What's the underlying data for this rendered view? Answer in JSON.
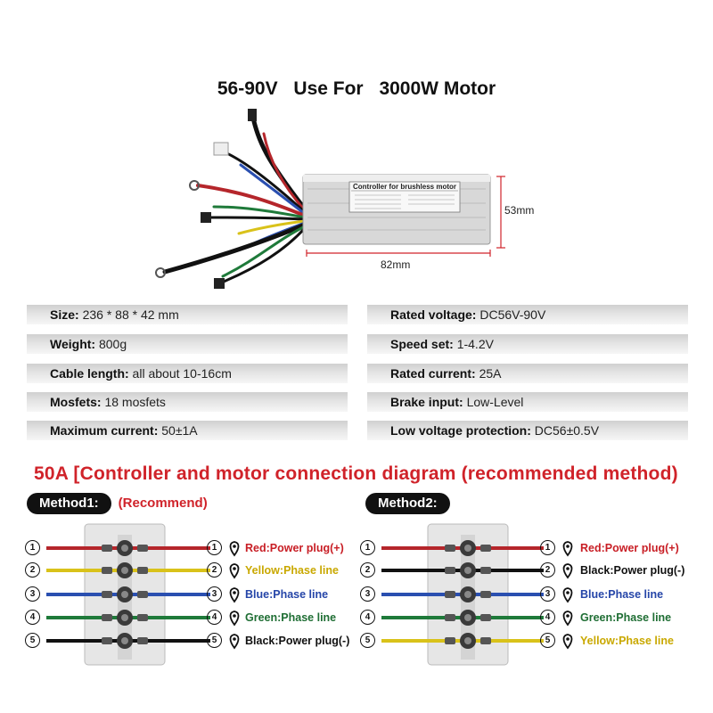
{
  "header": {
    "voltage": "56-90V",
    "use_for": "Use For",
    "motor": "3000W  Motor"
  },
  "product": {
    "label_title": "Controller for brushless motor",
    "dim_height": "53mm",
    "dim_width": "82mm"
  },
  "specs": {
    "left": [
      {
        "label": "Size:",
        "value": " 236 * 88 * 42 mm"
      },
      {
        "label": "Weight:",
        "value": " 800g"
      },
      {
        "label": "Cable length:",
        "value": " all about 10-16cm"
      },
      {
        "label": "Mosfets:",
        "value": " 18 mosfets"
      },
      {
        "label": "Maximum current:",
        "value": " 50±1A"
      }
    ],
    "right": [
      {
        "label": "Rated voltage:",
        "value": " DC56V-90V"
      },
      {
        "label": "Speed set:",
        "value": " 1-4.2V"
      },
      {
        "label": "Rated current:",
        "value": " 25A"
      },
      {
        "label": "Brake input:",
        "value": " Low-Level"
      },
      {
        "label": "Low voltage protection:",
        "value": " DC56±0.5V"
      }
    ]
  },
  "diagram": {
    "title": "50A [Controller and motor connection diagram (recommended method)",
    "method1": {
      "name": "Method1:",
      "note": "(Recommend)",
      "wires": [
        {
          "left_num": "1",
          "right_num": "1",
          "color": "#b5262b",
          "label": "Red:Power plug(+)",
          "label_color": "#c81e25"
        },
        {
          "left_num": "2",
          "right_num": "2",
          "color": "#d9c21a",
          "label": "Yellow:Phase line",
          "label_color": "#c9a800"
        },
        {
          "left_num": "3",
          "right_num": "3",
          "color": "#2a4fb0",
          "label": "Blue:Phase line",
          "label_color": "#2545a8"
        },
        {
          "left_num": "4",
          "right_num": "4",
          "color": "#1f7a3a",
          "label": "Green:Phase line",
          "label_color": "#1f6e34"
        },
        {
          "left_num": "5",
          "right_num": "5",
          "color": "#111111",
          "label": "Black:Power plug(-)",
          "label_color": "#111111"
        }
      ]
    },
    "method2": {
      "name": "Method2:",
      "wires": [
        {
          "left_num": "1",
          "right_num": "1",
          "color": "#b5262b",
          "label": "Red:Power plug(+)",
          "label_color": "#c81e25"
        },
        {
          "left_num": "2",
          "right_num": "2",
          "color": "#111111",
          "label": "Black:Power plug(-)",
          "label_color": "#111111"
        },
        {
          "left_num": "3",
          "right_num": "3",
          "color": "#2a4fb0",
          "label": "Blue:Phase line",
          "label_color": "#2545a8"
        },
        {
          "left_num": "4",
          "right_num": "4",
          "color": "#1f7a3a",
          "label": "Green:Phase line",
          "label_color": "#1f6e34"
        },
        {
          "left_num": "5",
          "right_num": "5",
          "color": "#d9c21a",
          "label": "Yellow:Phase line",
          "label_color": "#c9a800"
        }
      ]
    }
  }
}
